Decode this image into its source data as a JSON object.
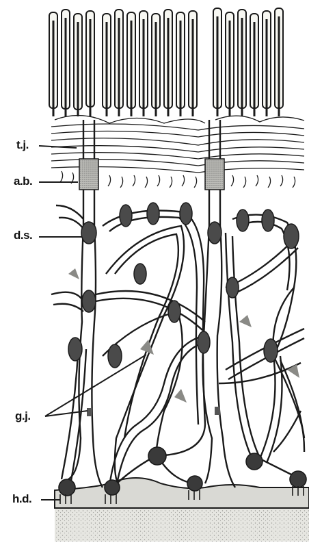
{
  "figure": {
    "labels": {
      "tight_junction": "t.j.",
      "adhesion_belt": "a.b.",
      "desmosome": "d.s.",
      "gap_junction": "g.j.",
      "hemidesmosome": "h.d."
    },
    "colors": {
      "ink": "#1a1a1a",
      "membrane_fill": "#f7f7f2",
      "junction_plaque": "#4a4a4a",
      "basal_lamina": "#d9d9d4",
      "background": "#ffffff"
    }
  }
}
